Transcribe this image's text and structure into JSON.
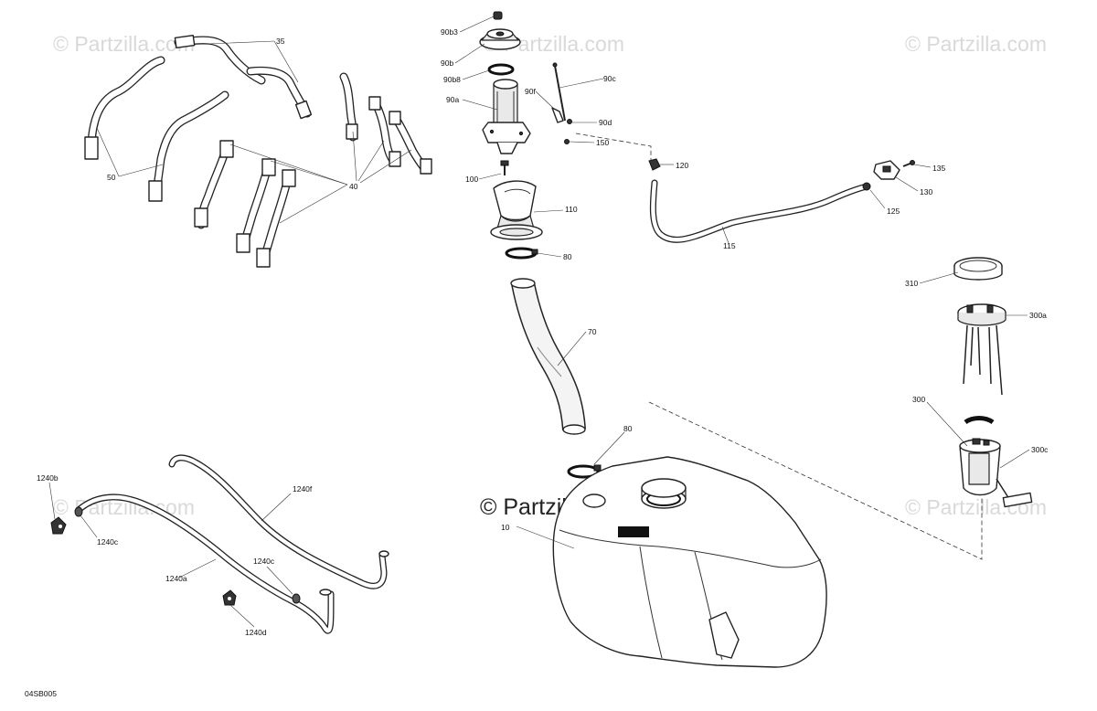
{
  "watermarks": {
    "text": "© Partzilla.com",
    "center_text": "© Partzilla.com"
  },
  "diagram_code": "04SB005",
  "callouts": {
    "c35": "35",
    "c50": "50",
    "c40": "40",
    "c90b3": "90b3",
    "c90b": "90b",
    "c90b8": "90b8",
    "c90a": "90a",
    "c90f": "90f",
    "c90c": "90c",
    "c90d": "90d",
    "c150": "150",
    "c100": "100",
    "c120": "120",
    "c135": "135",
    "c130": "130",
    "c125": "125",
    "c110": "110",
    "c80a": "80",
    "c115": "115",
    "c310": "310",
    "c300a": "300a",
    "c70": "70",
    "c300": "300",
    "c300c": "300c",
    "c80b": "80",
    "c1240b": "1240b",
    "c1240f": "1240f",
    "c1240c_top": "1240c",
    "c10": "10",
    "c1240c_mid": "1240c",
    "c1240a": "1240a",
    "c1240d": "1240d"
  }
}
